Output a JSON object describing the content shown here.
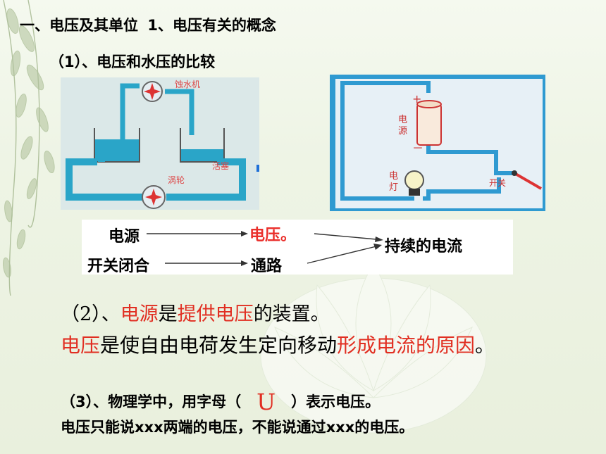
{
  "heading": {
    "part1": "一、电压及其单位",
    "part2": "1、电压有关的概念"
  },
  "sub1": "（1）、电压和水压的比较",
  "water_figure": {
    "label_turbine": "蚀水机",
    "label_valve": "活塞",
    "label_pump": "涡轮"
  },
  "circuit_figure": {
    "label_plus": "+",
    "label_minus": "－",
    "label_source": "电源",
    "label_lamp": "电灯",
    "label_switch": "开关"
  },
  "flow": {
    "left_top": "电源",
    "middle_top": "电压。",
    "left_bottom": "开关闭合",
    "middle_bottom": "通路",
    "right": "持续的电流"
  },
  "p2": {
    "prefix": "（2）、",
    "red1": "电源",
    "mid1": "是",
    "red2": "提供电压",
    "mid2": "的装置。"
  },
  "p2b": {
    "red1": "电压",
    "mid": "是使自由电荷发生定向移动",
    "red2": "形成电流的原因",
    "end": "。"
  },
  "p3": {
    "prefix": "（3）、物理学中，用字母（",
    "symbol": "U",
    "suffix": "）表示电压。"
  },
  "p4": "电压只能说xxx两端的电压，不能说通过xxx的电压。",
  "colors": {
    "red": "#e12f22",
    "water": "#2aa5c8",
    "circuit_bg": "#2f9ad1"
  }
}
